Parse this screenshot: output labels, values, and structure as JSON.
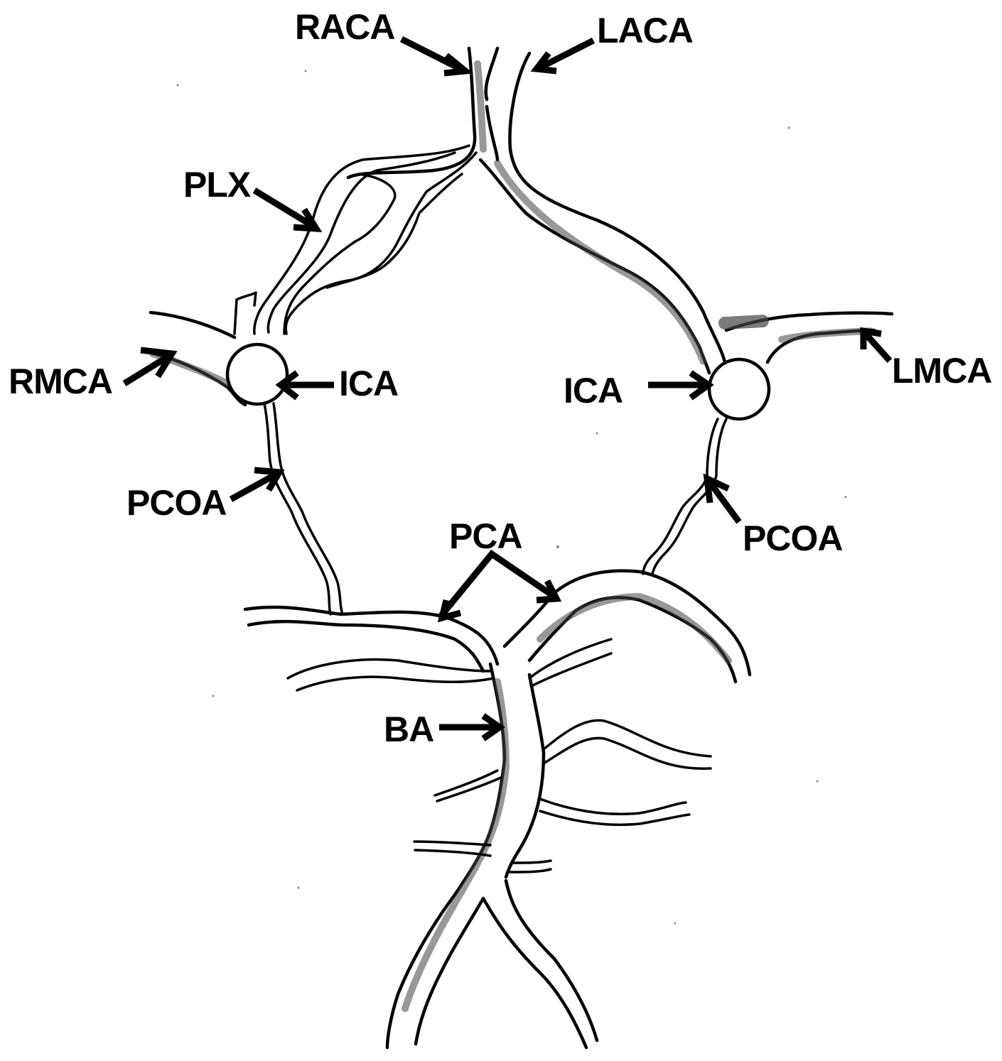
{
  "diagram": {
    "subject": "Circle of Willis vascular anatomy (hand-drawn)",
    "labels": {
      "raca": "RACA",
      "laca": "LACA",
      "plx": "PLX",
      "rmca": "RMCA",
      "ica_right": "ICA",
      "ica_left": "ICA",
      "lmca": "LMCA",
      "pcoa_right": "PCOA",
      "pcoa_left": "PCOA",
      "pca": "PCA",
      "ba": "BA"
    },
    "colors": {
      "ink": "#000000",
      "background": "#ffffff",
      "shading": "#444444"
    }
  }
}
